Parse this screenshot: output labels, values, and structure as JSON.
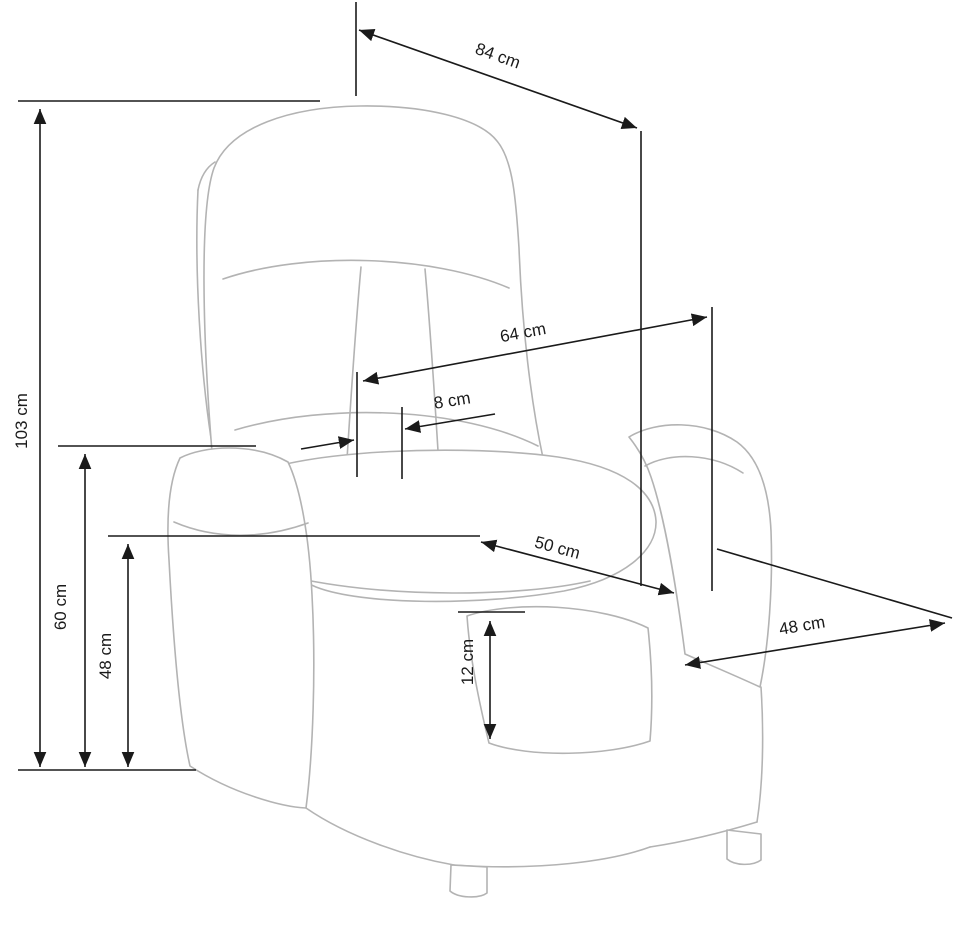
{
  "diagram": {
    "subject": "Recliner armchair dimension drawing",
    "unit": "cm",
    "colors": {
      "dimension_lines": "#1a1a1a",
      "chair_outline": "#b3b3b3",
      "background": "#ffffff"
    },
    "dimensions": {
      "depth_overall": {
        "label": "84 cm",
        "value": 84
      },
      "width_upper": {
        "label": "64 cm",
        "value": 64
      },
      "backrest_side_offset": {
        "label": "8 cm",
        "value": 8
      },
      "seat_depth": {
        "label": "50 cm",
        "value": 50
      },
      "seat_width": {
        "label": "48 cm",
        "value": 48
      },
      "height_overall": {
        "label": "103 cm",
        "value": 103
      },
      "armrest_height": {
        "label": "60 cm",
        "value": 60
      },
      "seat_height": {
        "label": "48 cm",
        "value": 48
      },
      "footrest_height": {
        "label": "12 cm",
        "value": 12
      }
    }
  }
}
